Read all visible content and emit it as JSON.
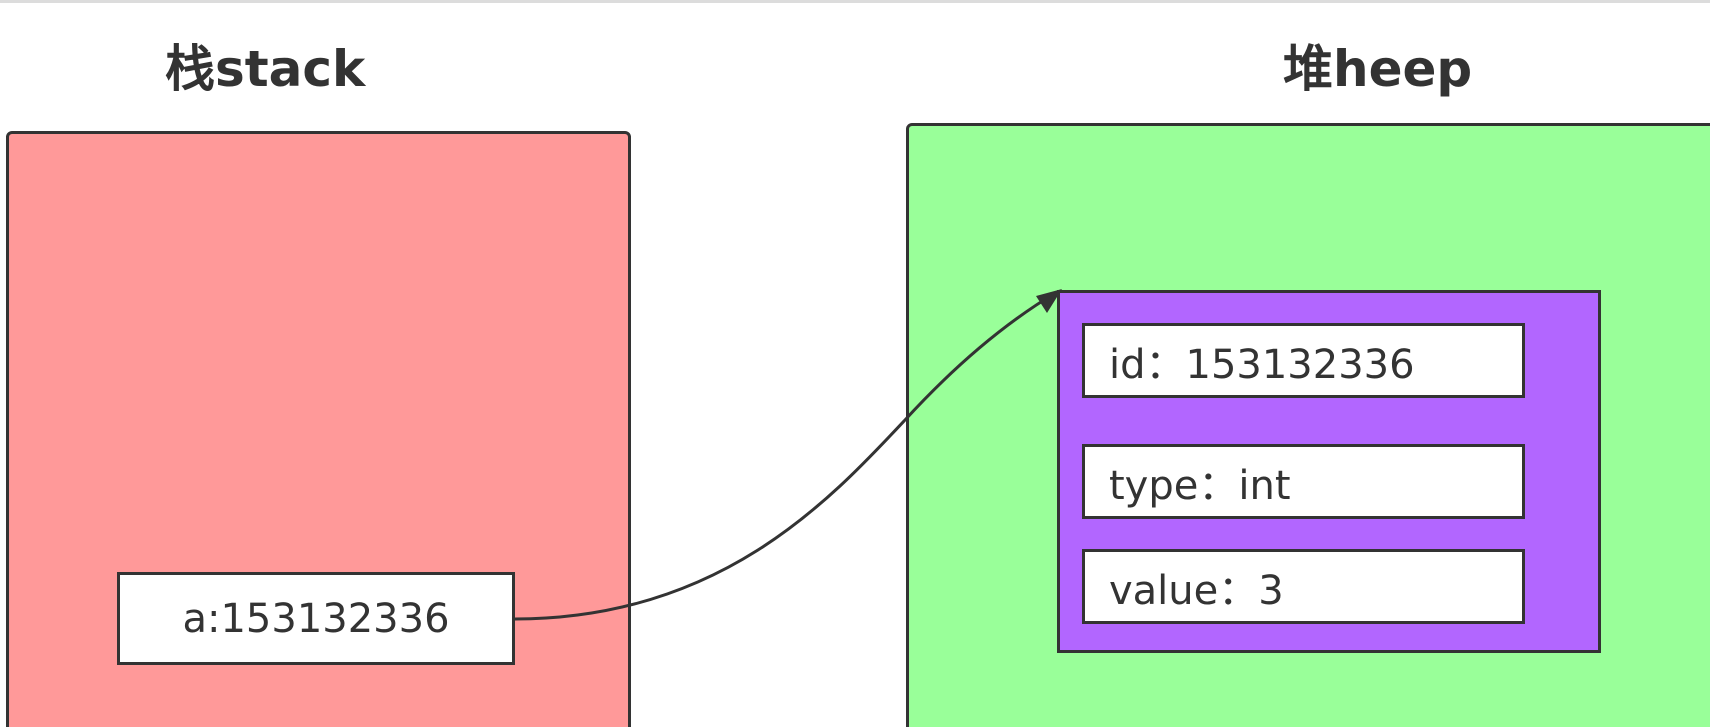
{
  "stack": {
    "title": "栈stack",
    "color": "#ff9999",
    "variable": "a:153132336"
  },
  "heap": {
    "title": "堆heep",
    "color": "#99ff99",
    "object": {
      "color": "#b266ff",
      "id": "id：153132336",
      "type": "type：int",
      "value": "value：3"
    }
  },
  "arrow": {
    "from": "a:153132336",
    "to": "heap object",
    "color": "#333333"
  }
}
